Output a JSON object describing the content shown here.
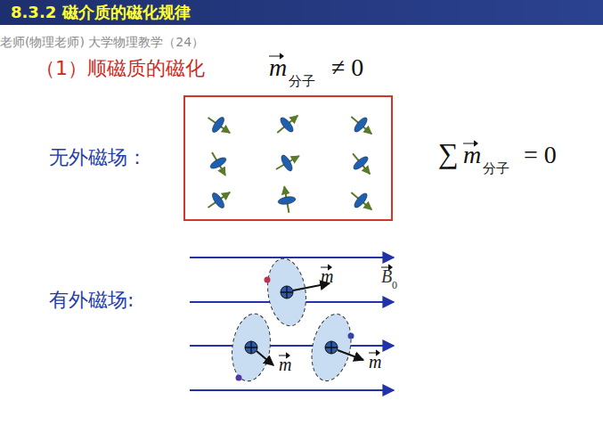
{
  "diagram": {
    "title": "8.3.2 磁介质的磁化规律",
    "labels": [
      "老师(物理老师) 大学物理教学（24）",
      "（1）顺磁质的磁化",
      "m",
      "分子",
      "≠ 0",
      "无外磁场：",
      "∑",
      "m",
      "分子",
      "= 0",
      "有外磁场:",
      "m",
      "B",
      "0",
      "m",
      "m"
    ]
  }
}
